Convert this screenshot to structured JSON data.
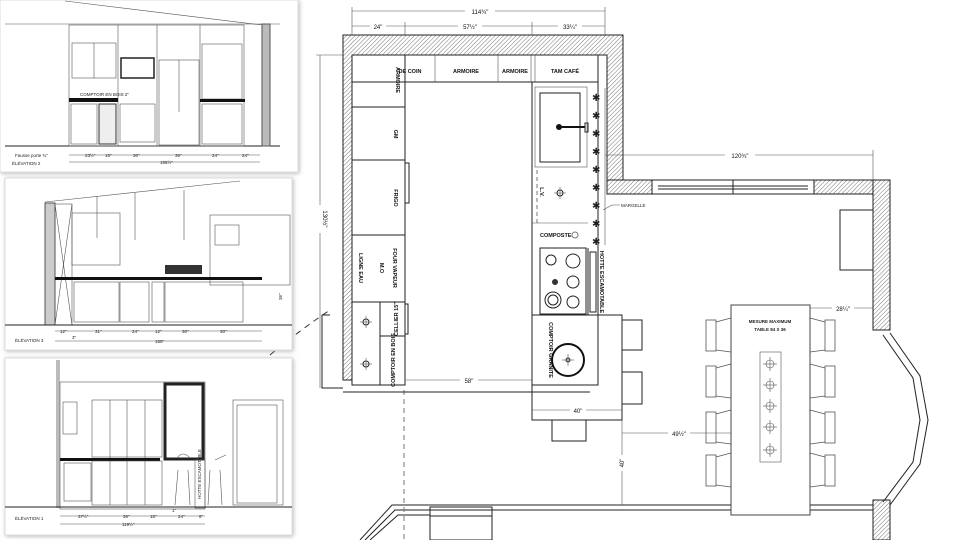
{
  "plan": {
    "dimensions": {
      "overall_width": "114¾\"",
      "segment_1": "24\"",
      "segment_2": "57½\"",
      "segment_3": "33¼\"",
      "left_height": "130½\"",
      "aisle": "58\"",
      "island": "40\"",
      "dining_width": "120¾\"",
      "table_to_wall": "28¼\"",
      "island_to_table": "49½\"",
      "island_to_wall": "40\""
    },
    "labels": {
      "de_coin": "DE COIN",
      "armoire_1": "ARMOIRE",
      "armoire_2": "ARMOIRE",
      "armoire_corner": "ARMOIRE",
      "tam_cafe": "TAM CAFÉ",
      "gm": "GM",
      "frigo": "FRIGO",
      "ligne_eau": "LIGNE EAU",
      "mo": "M.O",
      "four_vapeur": "FOUR VAPEUR",
      "cellier": "CELLIER 15\"",
      "comptoir_bois": "COMPTOIR EN BOIS",
      "lv": "L.V.",
      "composte": "COMPOSTE",
      "hotte": "HOTTE ESCAMOTABLE",
      "comptoir_granite": "COMPTOIR GRANITE",
      "margelle": "MARGELLE",
      "table_line1": "MESURE MAXIMUM",
      "table_line2": "TABLE 84 X 36"
    }
  },
  "elevations": [
    {
      "title": "ÉLÉVATION 2",
      "notes": [
        "COMPTOIR EN BOIS 2\""
      ],
      "dims": [
        "Fausse porte ¾\"",
        "23½\"",
        "15\"",
        "30\"",
        "36\"",
        "24\"",
        "24\"",
        "155½\""
      ]
    },
    {
      "title": "ÉLÉVATION 3",
      "dims": [
        "12\"",
        "3\"",
        "31\"",
        "24\"",
        "12\"",
        "30\"",
        "30\"",
        "165\"",
        "36\""
      ]
    },
    {
      "title": "ÉLÉVATION 1",
      "notes": [
        "HOTTE ESCAMOTABLE"
      ],
      "dims": [
        "37½\"",
        "36\"",
        "15\"",
        "1\"",
        "24\"",
        "6\"",
        "119½\""
      ]
    }
  ]
}
